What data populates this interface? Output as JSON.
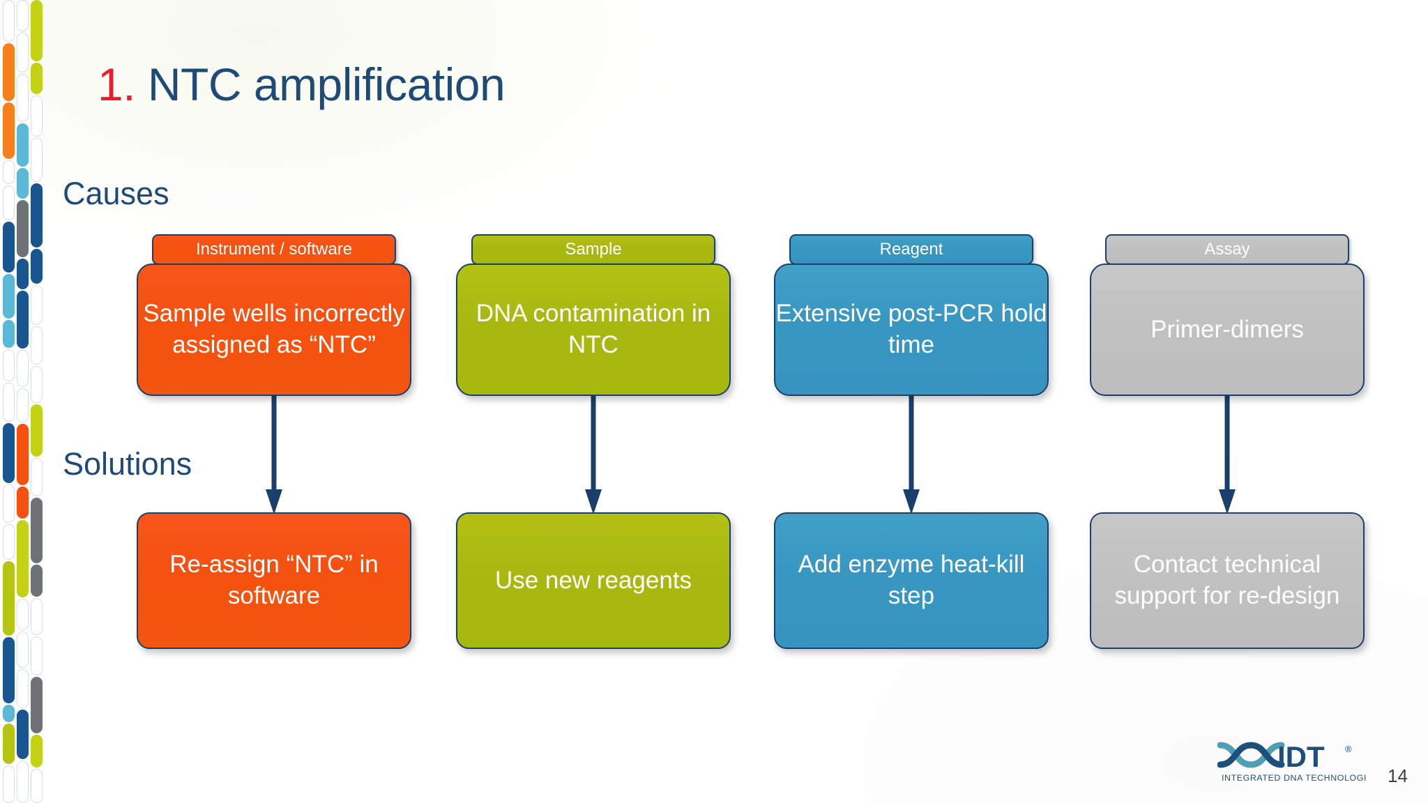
{
  "slide": {
    "title_number": "1.",
    "title_text": "NTC amplification",
    "page_number": "14"
  },
  "sections": {
    "causes_label": "Causes",
    "solutions_label": "Solutions"
  },
  "colors": {
    "title_number": "#ee1b2e",
    "title_text": "#1d4a77",
    "border": "#1b3f6b",
    "arrow": "#1b3f6b",
    "orange": "#f4500f",
    "olive": "#a9b811",
    "teal": "#3897c1",
    "gray": "#c1c1c1"
  },
  "columns": [
    {
      "category": "Instrument / software",
      "cause": "Sample wells incorrectly assigned as “NTC”",
      "solution": "Re-assign “NTC” in software",
      "color": "#f4500f"
    },
    {
      "category": "Sample",
      "cause": "DNA contamination in NTC",
      "solution": "Use new reagents",
      "color": "#a9b811"
    },
    {
      "category": "Reagent",
      "cause": "Extensive post-PCR hold time",
      "solution": "Add enzyme heat-kill step",
      "color": "#3897c1"
    },
    {
      "category": "Assay",
      "cause": "Primer-dimers",
      "solution": "Contact technical support for re-design",
      "color": "#c1c1c1"
    }
  ],
  "logo": {
    "wordmark": "IDT",
    "registered": "®",
    "tagline": "INTEGRATED DNA TECHNOLOGIES"
  },
  "decoration": {
    "name": "dna-capsule-band",
    "palette": {
      "orange": "#f7801e",
      "orange_red": "#f4500f",
      "olive": "#c3d215",
      "olive_dark": "#b6c413",
      "blue_dark": "#19558f",
      "blue_light": "#5bb7d6",
      "gray": "#6e7175",
      "empty": "#ffffff"
    },
    "columns": [
      [
        [
          "empty",
          78
        ],
        [
          "orange",
          108
        ],
        [
          "orange",
          106
        ],
        [
          "empty",
          44
        ],
        [
          "empty",
          64
        ],
        [
          "blue_dark",
          96
        ],
        [
          "blue_light",
          84
        ],
        [
          "blue_light",
          52
        ],
        [
          "empty",
          60
        ],
        [
          "empty",
          72
        ],
        [
          "blue_dark",
          112
        ],
        [
          "empty",
          72
        ],
        [
          "empty",
          66
        ],
        [
          "olive_dark",
          140
        ],
        [
          "blue_dark",
          124
        ],
        [
          "blue_light",
          32
        ],
        [
          "olive_dark",
          76
        ],
        [
          "empty",
          70
        ]
      ],
      [
        [
          "empty",
          60
        ],
        [
          "empty",
          76
        ],
        [
          "empty",
          92
        ],
        [
          "blue_light",
          84
        ],
        [
          "blue_light",
          60
        ],
        [
          "gray",
          110
        ],
        [
          "blue_dark",
          60
        ],
        [
          "blue_dark",
          112
        ],
        [
          "empty",
          70
        ],
        [
          "empty",
          66
        ],
        [
          "orange_red",
          118
        ],
        [
          "orange_red",
          62
        ],
        [
          "olive",
          150
        ],
        [
          "empty",
          60
        ],
        [
          "empty",
          70
        ],
        [
          "empty",
          74
        ],
        [
          "blue_dark",
          96
        ],
        [
          "empty",
          82
        ]
      ],
      [
        [
          "olive",
          112
        ],
        [
          "olive",
          58
        ],
        [
          "empty",
          74
        ],
        [
          "empty",
          80
        ],
        [
          "blue_dark",
          118
        ],
        [
          "blue_dark",
          64
        ],
        [
          "empty",
          72
        ],
        [
          "empty",
          70
        ],
        [
          "empty",
          66
        ],
        [
          "olive",
          96
        ],
        [
          "empty",
          70
        ],
        [
          "gray",
          120
        ],
        [
          "gray",
          58
        ],
        [
          "empty",
          68
        ],
        [
          "empty",
          70
        ],
        [
          "gray",
          104
        ],
        [
          "olive",
          60
        ],
        [
          "empty",
          62
        ]
      ]
    ]
  }
}
